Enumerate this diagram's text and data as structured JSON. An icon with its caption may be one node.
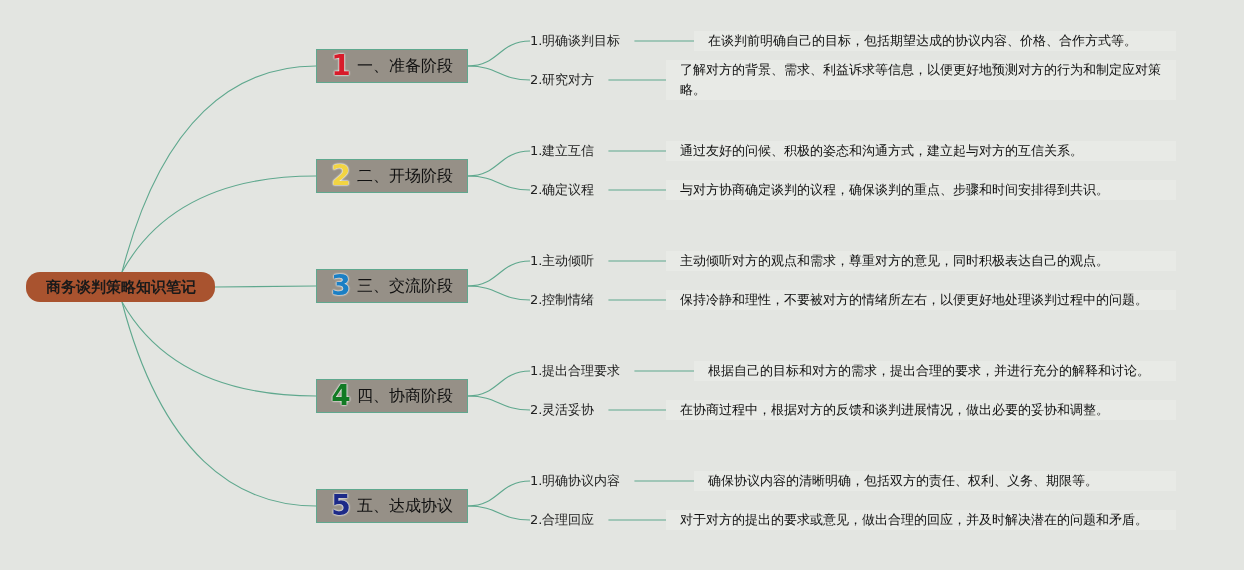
{
  "diagram": {
    "nodes": [
      {
        "text": [
          "商务谈判策略知识笔记"
        ]
      },
      {
        "text": [
          "1",
          "一、准备阶段"
        ]
      },
      {
        "text": [
          "1.明确谈判目标"
        ]
      },
      {
        "text": [
          "在谈判前明确自己的目标，包括期望达成的协议内容、价格、合作方式等。"
        ]
      },
      {
        "text": [
          "2.研究对方"
        ]
      },
      {
        "text": [
          "了解对方的背景、需求、利益诉求等信息，以便更好地预测对方的行为和制定应对策略。"
        ]
      },
      {
        "text": [
          "2",
          "二、开场阶段"
        ]
      },
      {
        "text": [
          "1.建立互信"
        ]
      },
      {
        "text": [
          "通过友好的问候、积极的姿态和沟通方式，建立起与对方的互信关系。"
        ]
      },
      {
        "text": [
          "2.确定议程"
        ]
      },
      {
        "text": [
          "与对方协商确定谈判的议程，确保谈判的重点、步骤和时间安排得到共识。"
        ]
      },
      {
        "text": [
          "3",
          "三、交流阶段"
        ]
      },
      {
        "text": [
          "1.主动倾听"
        ]
      },
      {
        "text": [
          "主动倾听对方的观点和需求，尊重对方的意见，同时积极表达自己的观点。"
        ]
      },
      {
        "text": [
          "2.控制情绪"
        ]
      },
      {
        "text": [
          "保持冷静和理性，不要被对方的情绪所左右，以便更好地处理谈判过程中的问题。"
        ]
      },
      {
        "text": [
          "4",
          "四、协商阶段"
        ]
      },
      {
        "text": [
          "1.提出合理要求"
        ]
      },
      {
        "text": [
          "根据自己的目标和对方的需求，提出合理的要求，并进行充分的解释和讨论。"
        ]
      },
      {
        "text": [
          "2.灵活妥协"
        ]
      },
      {
        "text": [
          "在协商过程中，根据对方的反馈和谈判进展情况，做出必要的妥协和调整。"
        ]
      },
      {
        "text": [
          "5",
          "五、达成协议"
        ]
      },
      {
        "text": [
          "1.明确协议内容"
        ]
      },
      {
        "text": [
          "确保协议内容的清晰明确，包括双方的责任、权利、义务、期限等。"
        ]
      },
      {
        "text": [
          "2.合理回应"
        ]
      },
      {
        "text": [
          "对于对方的提出的要求或意见，做出合理的回应，并及时解决潜在的问题和矛盾。"
        ]
      }
    ],
    "edges": [
      {
        "from": 0,
        "to": 1,
        "arrow": "none"
      },
      {
        "from": 1,
        "to": 2,
        "arrow": "none"
      },
      {
        "from": 2,
        "to": 3,
        "arrow": "none"
      },
      {
        "from": 1,
        "to": 4,
        "arrow": "none"
      },
      {
        "from": 4,
        "to": 5,
        "arrow": "none"
      },
      {
        "from": 0,
        "to": 6,
        "arrow": "none"
      },
      {
        "from": 6,
        "to": 7,
        "arrow": "none"
      },
      {
        "from": 7,
        "to": 8,
        "arrow": "none"
      },
      {
        "from": 6,
        "to": 9,
        "arrow": "none"
      },
      {
        "from": 9,
        "to": 10,
        "arrow": "none"
      },
      {
        "from": 0,
        "to": 11,
        "arrow": "none"
      },
      {
        "from": 11,
        "to": 12,
        "arrow": "none"
      },
      {
        "from": 12,
        "to": 13,
        "arrow": "none"
      },
      {
        "from": 11,
        "to": 14,
        "arrow": "none"
      },
      {
        "from": 14,
        "to": 15,
        "arrow": "none"
      },
      {
        "from": 0,
        "to": 16,
        "arrow": "none"
      },
      {
        "from": 16,
        "to": 17,
        "arrow": "none"
      },
      {
        "from": 17,
        "to": 18,
        "arrow": "none"
      },
      {
        "from": 16,
        "to": 19,
        "arrow": "none"
      },
      {
        "from": 19,
        "to": 20,
        "arrow": "none"
      },
      {
        "from": 0,
        "to": 21,
        "arrow": "none"
      },
      {
        "from": 21,
        "to": 22,
        "arrow": "none"
      },
      {
        "from": 22,
        "to": 23,
        "arrow": "none"
      },
      {
        "from": 21,
        "to": 24,
        "arrow": "none"
      },
      {
        "from": 24,
        "to": 25,
        "arrow": "none"
      }
    ]
  }
}
